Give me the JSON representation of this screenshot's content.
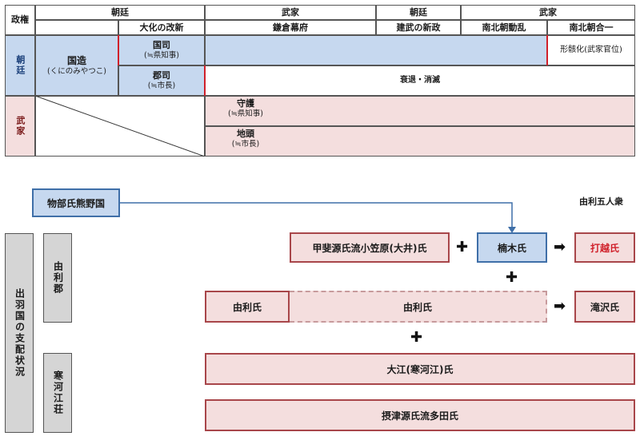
{
  "table": {
    "corner": "政権",
    "headers_top": [
      "朝廷",
      "武家",
      "朝廷",
      "武家"
    ],
    "headers_sub": [
      "大化の改新",
      "鎌倉幕府",
      "建武の新政",
      "南北朝動乱",
      "南北朝合一"
    ],
    "row_groups": [
      "朝廷",
      "武家"
    ],
    "kunino_miyatsuko": "国造",
    "kunino_miyatsuko_reading": "(くにのみやつこ)",
    "kokushi": "国司",
    "kokushi_note": "(≒県知事)",
    "gunji": "郡司",
    "gunji_note": "(≒市長)",
    "formalized": "形骸化(武家官位)",
    "decline": "衰退・消滅",
    "shugo": "守護",
    "shugo_note": "(≒県知事)",
    "jito": "地頭",
    "jito_note": "(≒市長)"
  },
  "diagram": {
    "mononobe": "物部氏熊野国",
    "yuri_five": "由利五人衆",
    "side_title": "出羽国の支配状況",
    "yuri_district": "由利郡",
    "sagae_estate": "寒河江荘",
    "kai_ogasawara": "甲斐源氏流小笠原(大井)氏",
    "kusunoki": "楠木氏",
    "uchikoshi": "打越氏",
    "yuri_clan": "由利氏",
    "yuri_clan_dashed": "由利氏",
    "takizawa": "滝沢氏",
    "oe": "大江(寒河江)氏",
    "settsu_tada": "摂津源氏流多田氏",
    "plus_symbol": "✚",
    "arrow_symbol": "➡"
  },
  "colors": {
    "blue_fill": "#c6d8ef",
    "pink_fill": "#f4dede",
    "red_border": "#a8464a",
    "blue_border": "#3f6fa8",
    "red_text": "#d0202a",
    "red_divider": "#d0202a"
  }
}
